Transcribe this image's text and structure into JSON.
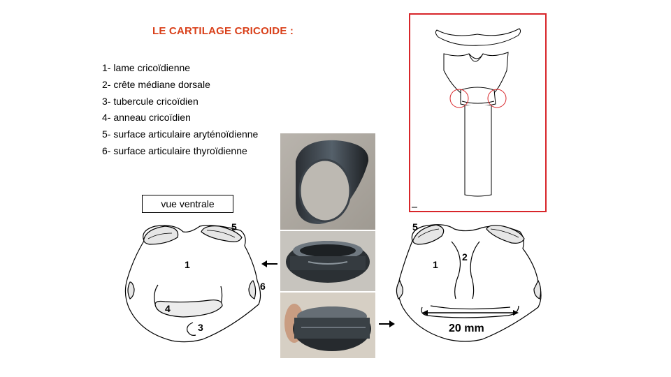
{
  "title": "LE CARTILAGE CRICOIDE :",
  "legend": [
    "1- lame cricoïdienne",
    "2- crête médiane dorsale",
    "3- tubercule cricoïdien",
    "4- anneau cricoïdien",
    "5- surface articulaire aryténoïdienne",
    "6- surface articulaire thyroïdienne"
  ],
  "view_label": "vue ventrale",
  "left_diagram": {
    "labels": {
      "l1": "1",
      "l3": "3",
      "l4": "4",
      "l5": "5",
      "l6": "6"
    }
  },
  "right_diagram": {
    "labels": {
      "l1": "1",
      "l2": "2",
      "l5": "5"
    },
    "measure": "20 mm"
  },
  "arrows": {
    "left": "←",
    "right": "→"
  },
  "colors": {
    "title": "#d9401a",
    "frame": "#d8262a",
    "highlight": "#d8262a"
  }
}
